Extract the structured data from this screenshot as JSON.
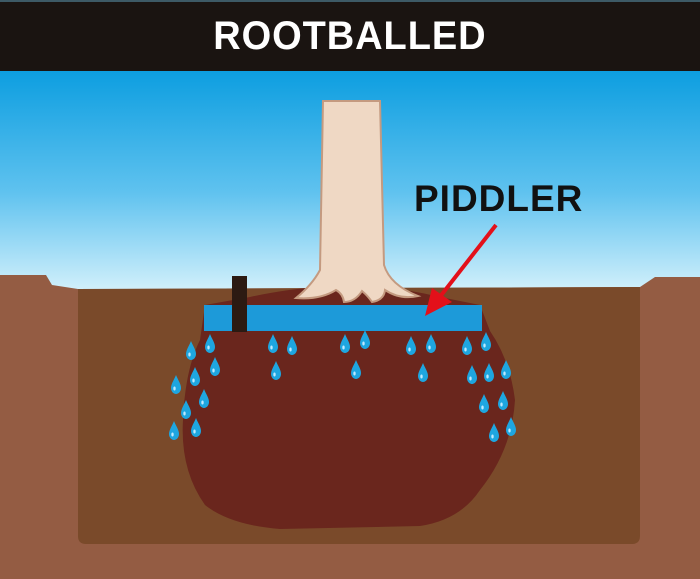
{
  "title": "ROOTBALLED",
  "labels": {
    "piddler": "PIDDLER"
  },
  "colors": {
    "banner_bg": "#1a1411",
    "sky_top": "#0d9ee0",
    "sky_bottom": "#c9ecfa",
    "ground": "#945c43",
    "pit": "#7a4a2a",
    "rootball": "#6a261d",
    "trunk": "#efd8c4",
    "trunk_outline": "#c49a80",
    "piddler": "#1d9ad9",
    "piddler_pipe": "#2c1a12",
    "water_drop": "#1ea6e0",
    "arrow": "#e3101a"
  },
  "elements": [
    {
      "name": "tree-trunk",
      "description": "pale tree trunk emerging from rootball with spreading roots"
    },
    {
      "name": "rootball",
      "description": "dark brown soil ball planted in pit"
    },
    {
      "name": "piddler",
      "description": "blue ring/pipe around top of rootball with vertical fill pipe"
    },
    {
      "name": "water-drops",
      "description": "water droplets dripping from piddler down rootball sides"
    },
    {
      "name": "pointer-arrow",
      "description": "red arrow from PIDDLER label to the blue pipe"
    }
  ]
}
